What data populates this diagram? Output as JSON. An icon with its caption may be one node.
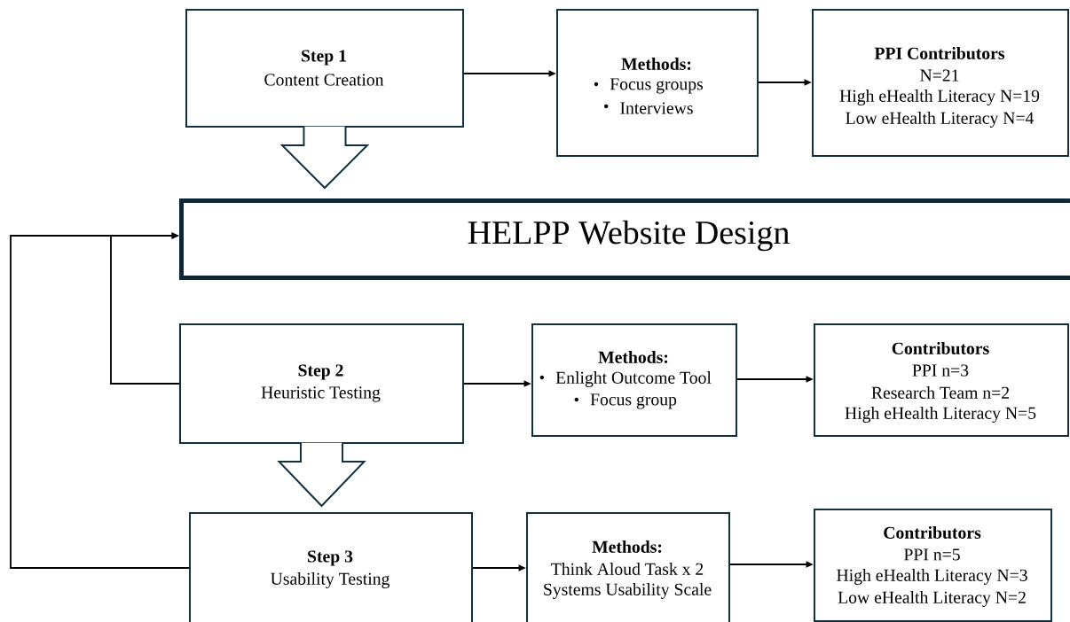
{
  "diagram": {
    "nodes": [
      {
        "text": [
          "Step 1",
          "Content Creation"
        ]
      },
      {
        "text": [
          "Methods:",
          "Focus groups",
          "Interviews"
        ]
      },
      {
        "text": [
          "PPI Contributors",
          "N=21",
          "High eHealth Literacy N=19",
          "Low eHealth Literacy N=4"
        ]
      },
      {
        "text": [
          "HELPP Website Design"
        ]
      },
      {
        "text": [
          "Step 2",
          "Heuristic Testing"
        ]
      },
      {
        "text": [
          "Methods:",
          "Enlight Outcome Tool",
          "Focus group"
        ]
      },
      {
        "text": [
          "Contributors",
          "PPI n=3",
          "Research Team n=2",
          "High eHealth Literacy N=5"
        ]
      },
      {
        "text": [
          "Step 3",
          "Usability Testing"
        ]
      },
      {
        "text": [
          "Methods:",
          "Think Aloud Task x 2",
          "Systems Usability Scale"
        ]
      },
      {
        "text": [
          "Contributors",
          "PPI n=5",
          "High eHealth Literacy N=3",
          "Low eHealth Literacy N=2"
        ]
      }
    ],
    "edges": [
      {
        "from": 0,
        "to": 1,
        "arrow": "to"
      },
      {
        "from": 1,
        "to": 2,
        "arrow": "to"
      },
      {
        "from": 0,
        "to": 3,
        "arrow": "to"
      },
      {
        "from": 4,
        "to": 3,
        "arrow": "to"
      },
      {
        "from": 7,
        "to": 3,
        "arrow": "to"
      },
      {
        "from": 4,
        "to": 5,
        "arrow": "to"
      },
      {
        "from": 5,
        "to": 6,
        "arrow": "to"
      },
      {
        "from": 4,
        "to": 7,
        "arrow": "to"
      },
      {
        "from": 7,
        "to": 8,
        "arrow": "to"
      },
      {
        "from": 8,
        "to": 9,
        "arrow": "to"
      }
    ]
  }
}
